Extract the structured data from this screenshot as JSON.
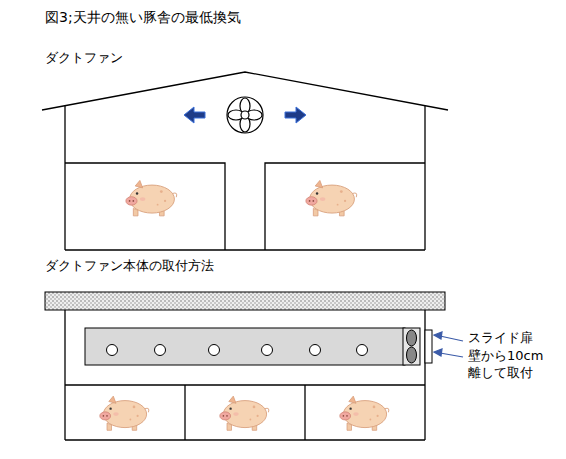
{
  "diagram": {
    "title": "図3;天井の無い豚舎の最低換気",
    "labels": [
      "ダクトファン",
      "ダクトファン本体の取付方法",
      "スライド扉",
      "壁から10cm 離して取付"
    ]
  }
}
